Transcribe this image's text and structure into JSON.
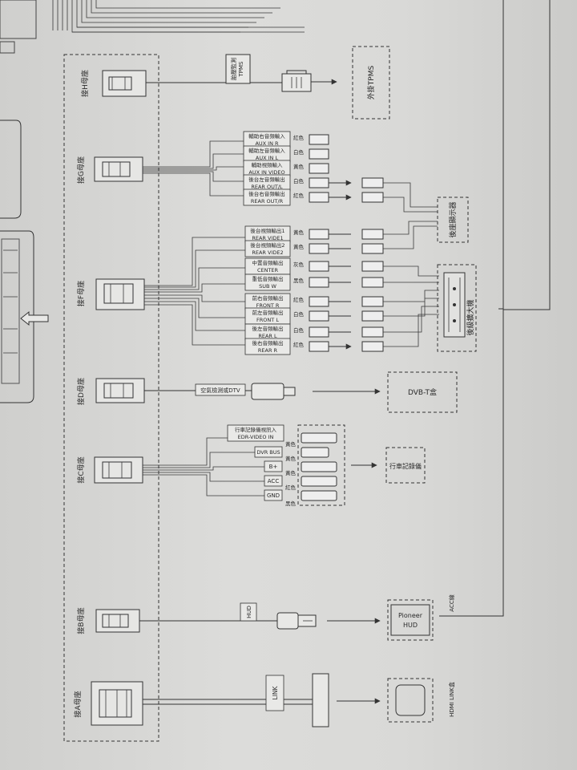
{
  "connectors": {
    "h": "接H母座",
    "g": "接G母座",
    "f": "接F母座",
    "d": "接D母座",
    "c": "接C母座",
    "b": "接B母座",
    "a": "接A母座"
  },
  "tpms": {
    "label_cn": "胎壓監測",
    "label_en": "TPMS",
    "device": "外掛TPMS"
  },
  "g_outputs": [
    {
      "cn": "輔助右音頻輸入",
      "en": "AUX IN R",
      "color": "紅色"
    },
    {
      "cn": "輔助左音頻輸入",
      "en": "AUX IN L",
      "color": "白色"
    },
    {
      "cn": "輔助視頻輸入",
      "en": "AUX IN VIDEO",
      "color": "黃色"
    },
    {
      "cn": "後台左音頻輸出",
      "en": "REAR OUT/L",
      "color": "白色"
    },
    {
      "cn": "後台右音頻輸出",
      "en": "REAR OUT/R",
      "color": "紅色"
    }
  ],
  "rear_display": "後座顯示器",
  "f_outputs": [
    {
      "cn": "後台視頻輸出1",
      "en": "REAR VIDE1",
      "color": "黃色"
    },
    {
      "cn": "後台視頻輸出2",
      "en": "REAR VIDE2",
      "color": "黃色"
    },
    {
      "cn": "中置音頻輸出",
      "en": "CENTER",
      "color": "灰色"
    },
    {
      "cn": "重低音頻輸出",
      "en": "SUB W",
      "color": "黑色"
    },
    {
      "cn": "前右音頻輸出",
      "en": "FRONT R",
      "color": "紅色"
    },
    {
      "cn": "前左音頻輸出",
      "en": "FRONT L",
      "color": "白色"
    },
    {
      "cn": "後左音頻輸出",
      "en": "REAR L",
      "color": "白色"
    },
    {
      "cn": "後右音頻輸出",
      "en": "REAR R",
      "color": "紅色"
    }
  ],
  "amplifier": "後級擴大機",
  "dtv": {
    "label": "空氣檢測或DTV",
    "device": "DVB-T盒"
  },
  "c_outputs": [
    {
      "cn": "行車記錄儀視訊入",
      "en": "EDR-VIDEO IN",
      "color": "黃色"
    },
    {
      "cn": "",
      "en": "DVR BUS",
      "color": "黃色"
    },
    {
      "cn": "",
      "en": "B+",
      "color": ""
    },
    {
      "cn": "",
      "en": "ACC",
      "color": "黃色"
    },
    {
      "cn": "",
      "en": "GND",
      "color": "紅色"
    }
  ],
  "gnd_color": "黑色",
  "dvr_device": "行車記錄儀",
  "hud": {
    "label": "HUD",
    "device_line1": "Pioneer",
    "device_line2": "HUD",
    "acc": "ACC線"
  },
  "link": {
    "label": "LINK",
    "device": "HDMI LINK盒"
  }
}
